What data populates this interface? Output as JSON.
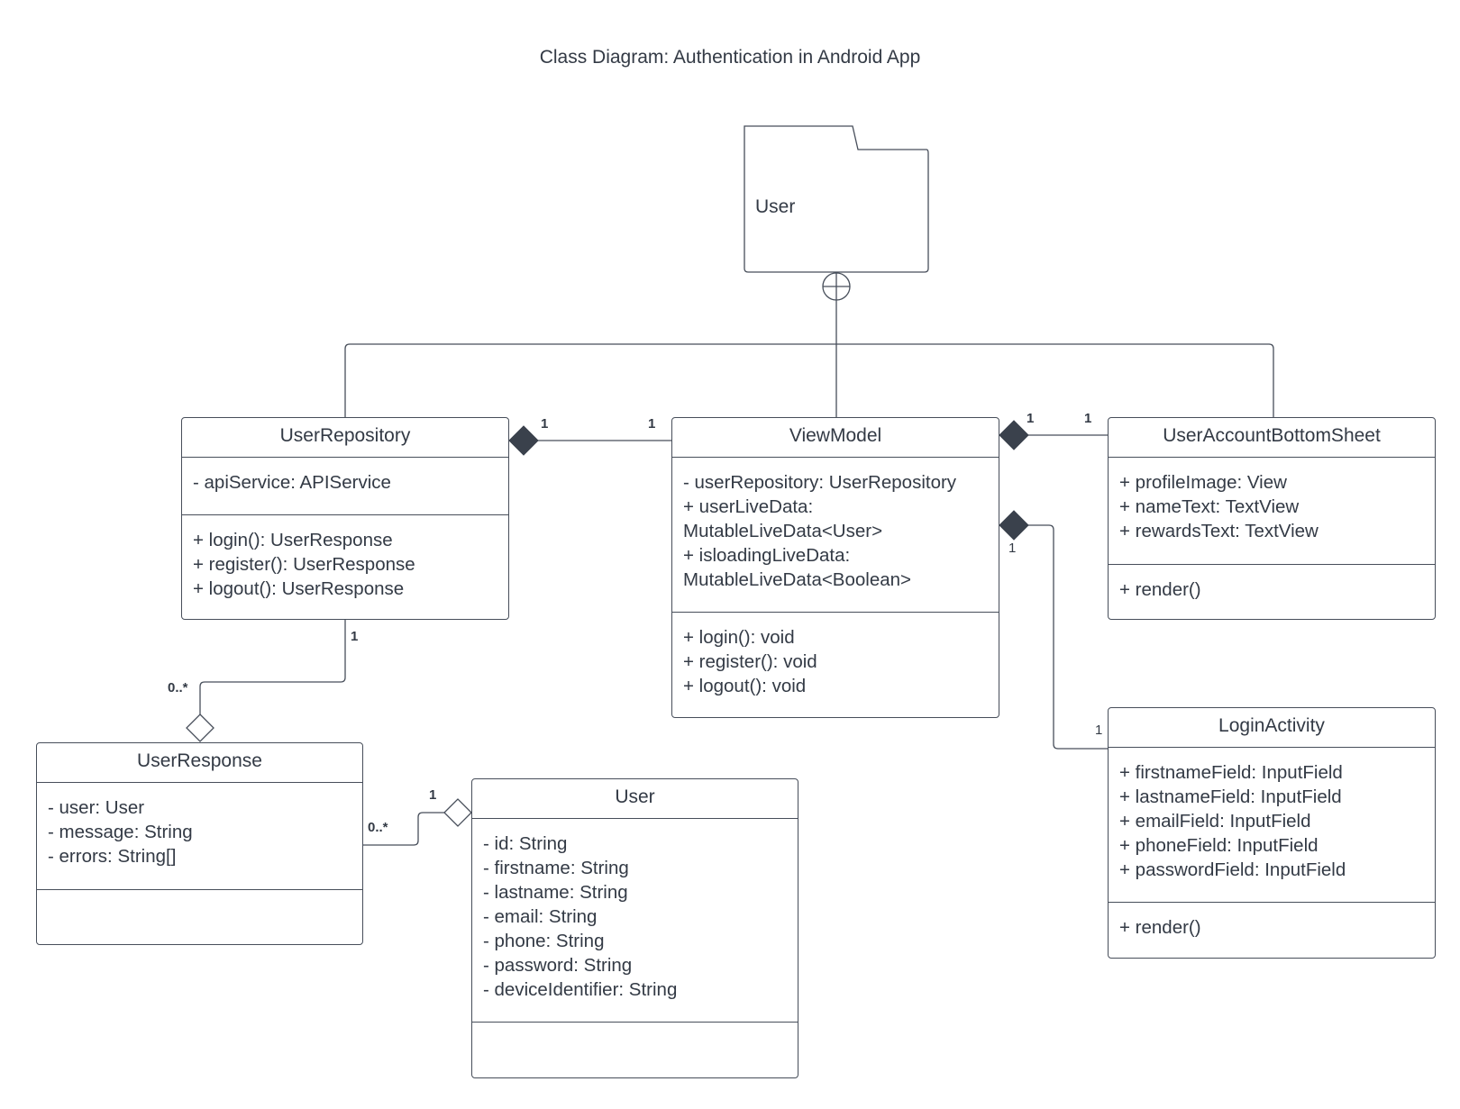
{
  "diagram": {
    "title": "Class Diagram: Authentication in Android App",
    "package": {
      "name": "User"
    },
    "classes": {
      "user_repository": {
        "name": "UserRepository",
        "attributes": [
          "- apiService: APIService"
        ],
        "methods": [
          "+ login(): UserResponse",
          "+ register(): UserResponse",
          "+ logout(): UserResponse"
        ]
      },
      "view_model": {
        "name": "ViewModel",
        "attributes": [
          "- userRepository: UserRepository",
          "+ userLiveData:",
          "MutableLiveData<User>",
          "+ isloadingLiveData:",
          "MutableLiveData<Boolean>"
        ],
        "methods": [
          "+ login(): void",
          "+ register(): void",
          "+ logout(): void"
        ]
      },
      "user_account_bottom_sheet": {
        "name": "UserAccountBottomSheet",
        "attributes": [
          "+ profileImage: View",
          "+ nameText: TextView",
          "+ rewardsText: TextView"
        ],
        "methods": [
          "+ render()"
        ]
      },
      "login_activity": {
        "name": "LoginActivity",
        "attributes": [
          "+ firstnameField: InputField",
          "+ lastnameField: InputField",
          "+ emailField: InputField",
          "+ phoneField: InputField",
          "+ passwordField: InputField"
        ],
        "methods": [
          "+ render()"
        ]
      },
      "user_response": {
        "name": "UserResponse",
        "attributes": [
          "- user: User",
          "- message: String",
          "- errors: String[]"
        ],
        "methods": []
      },
      "user": {
        "name": "User",
        "attributes": [
          "- id: String",
          "- firstname: String",
          "- lastname: String",
          "- email: String",
          "- phone: String",
          "- password: String",
          "- deviceIdentifier: String"
        ],
        "methods": []
      }
    },
    "multiplicities": {
      "repo_vm_left": "1",
      "repo_vm_right": "1",
      "vm_sheet_left": "1",
      "vm_sheet_right": "1",
      "vm_login_left": "1",
      "vm_login_right": "1",
      "repo_response_top": "1",
      "repo_response_bottom": "0..*",
      "response_user_left": "0..*",
      "response_user_right": "1"
    },
    "colors": {
      "line": "#474e5a",
      "text": "#333a45",
      "diamond_fill": "#3a414c"
    }
  }
}
